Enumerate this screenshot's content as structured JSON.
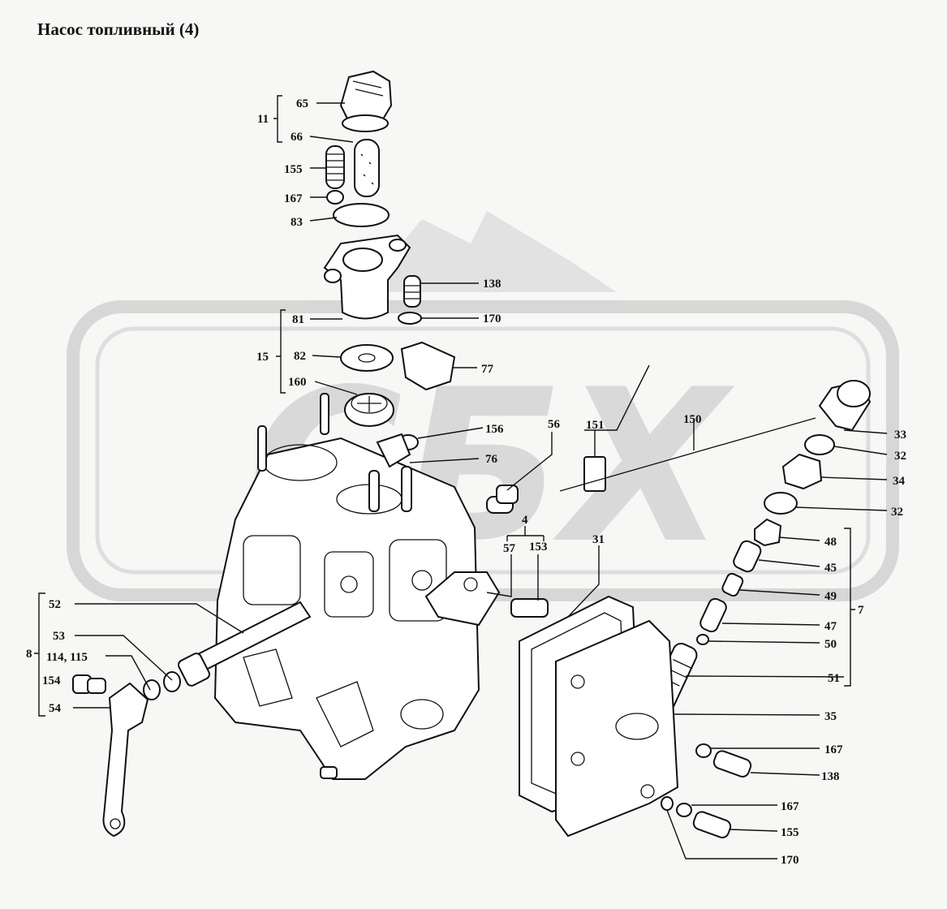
{
  "title": "Насос топливный  (4)",
  "watermark": {
    "text": "СБХ",
    "color": "#cfcfcf"
  },
  "callouts": [
    {
      "id": "c65",
      "text": "65"
    },
    {
      "id": "c66",
      "text": "66"
    },
    {
      "id": "c155a",
      "text": "155"
    },
    {
      "id": "c167a",
      "text": "167"
    },
    {
      "id": "c83",
      "text": "83"
    },
    {
      "id": "c138a",
      "text": "138"
    },
    {
      "id": "c170a",
      "text": "170"
    },
    {
      "id": "c81",
      "text": "81"
    },
    {
      "id": "c82",
      "text": "82"
    },
    {
      "id": "c77",
      "text": "77"
    },
    {
      "id": "c160",
      "text": "160"
    },
    {
      "id": "c156",
      "text": "156"
    },
    {
      "id": "c76",
      "text": "76"
    },
    {
      "id": "c56",
      "text": "56"
    },
    {
      "id": "c151",
      "text": "151"
    },
    {
      "id": "c150",
      "text": "150"
    },
    {
      "id": "c33",
      "text": "33"
    },
    {
      "id": "c32a",
      "text": "32"
    },
    {
      "id": "c34",
      "text": "34"
    },
    {
      "id": "c32b",
      "text": "32"
    },
    {
      "id": "c4",
      "text": "4"
    },
    {
      "id": "c57",
      "text": "57"
    },
    {
      "id": "c153",
      "text": "153"
    },
    {
      "id": "c31",
      "text": "31"
    },
    {
      "id": "c48",
      "text": "48"
    },
    {
      "id": "c45",
      "text": "45"
    },
    {
      "id": "c49",
      "text": "49"
    },
    {
      "id": "c47",
      "text": "47"
    },
    {
      "id": "c50",
      "text": "50"
    },
    {
      "id": "c51",
      "text": "51"
    },
    {
      "id": "c7",
      "text": "7"
    },
    {
      "id": "c35",
      "text": "35"
    },
    {
      "id": "c167b",
      "text": "167"
    },
    {
      "id": "c138b",
      "text": "138"
    },
    {
      "id": "c167c",
      "text": "167"
    },
    {
      "id": "c155b",
      "text": "155"
    },
    {
      "id": "c170b",
      "text": "170"
    },
    {
      "id": "c52",
      "text": "52"
    },
    {
      "id": "c53",
      "text": "53"
    },
    {
      "id": "c114",
      "text": "114, 115"
    },
    {
      "id": "c154",
      "text": "154"
    },
    {
      "id": "c54",
      "text": "54"
    },
    {
      "id": "c8",
      "text": "8"
    },
    {
      "id": "c11",
      "text": "11"
    },
    {
      "id": "c15",
      "text": "15"
    }
  ]
}
